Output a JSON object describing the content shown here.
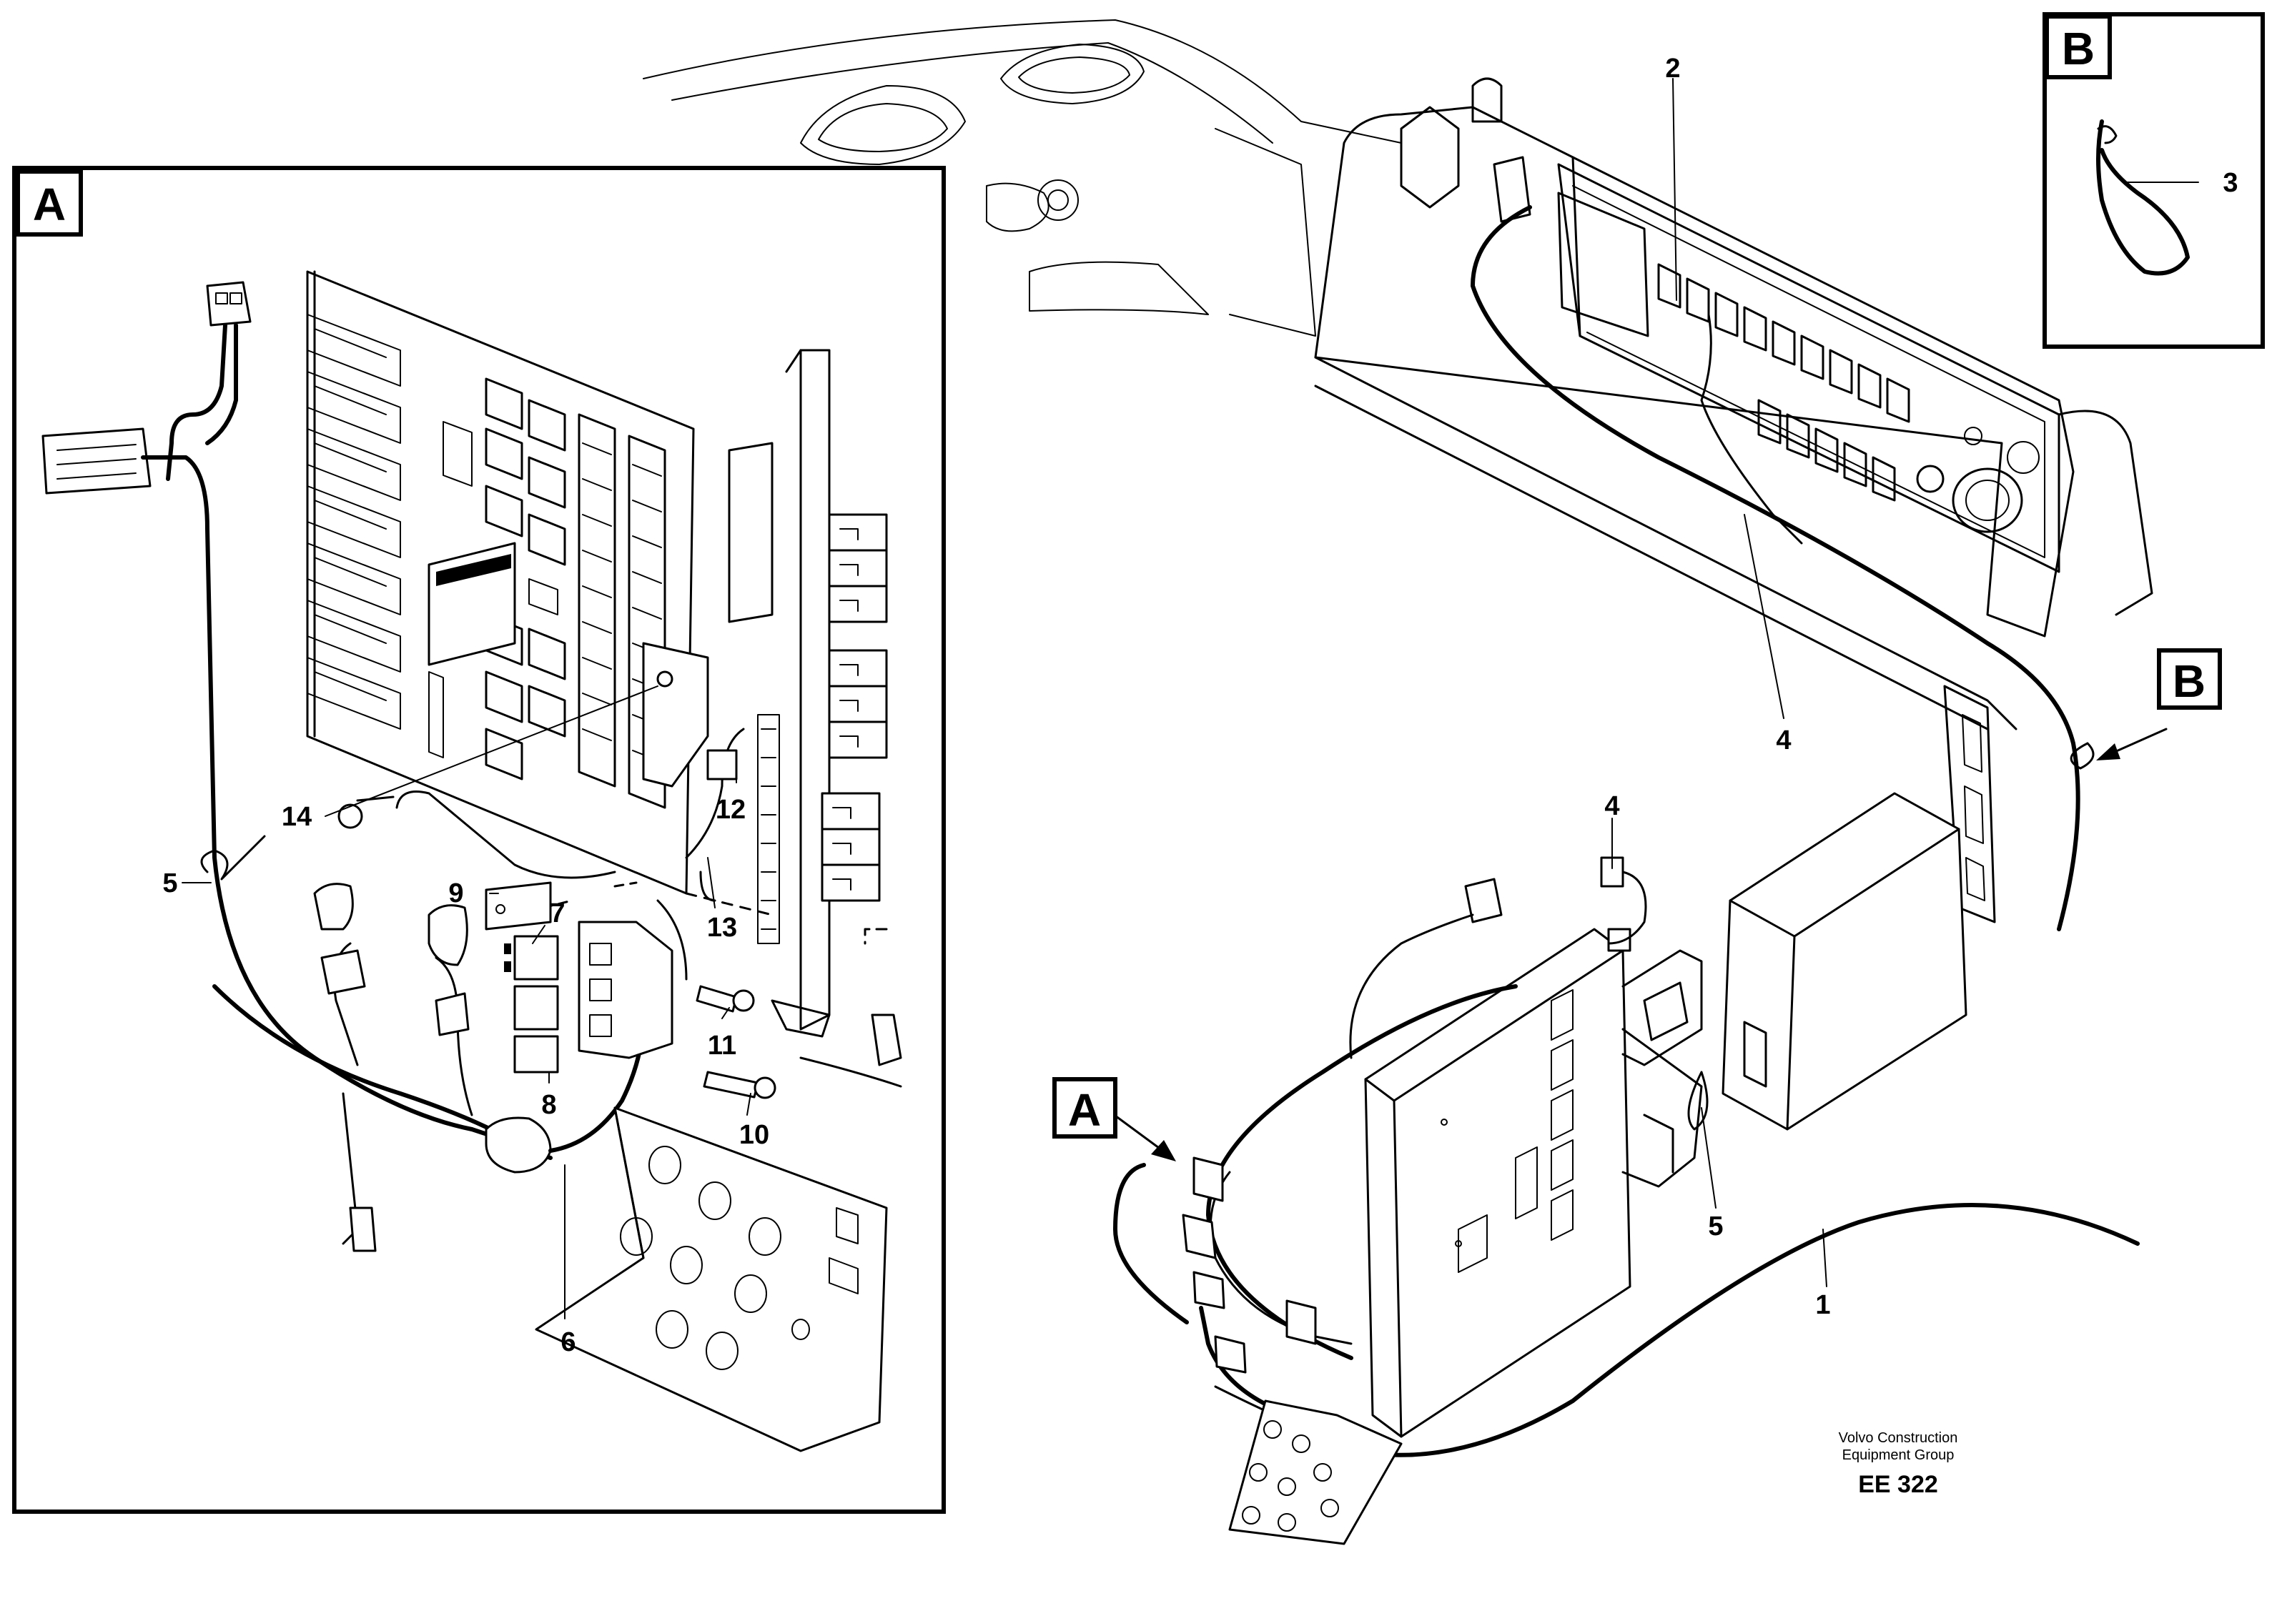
{
  "detail_labels": {
    "A": "A",
    "B": "B"
  },
  "callouts": {
    "c1": "1",
    "c2": "2",
    "c3": "3",
    "c4_panel": "4",
    "c4_board": "4",
    "c5_main": "5",
    "c5_detail": "5",
    "c6": "6",
    "c7": "7",
    "c8": "8",
    "c9": "9",
    "c10": "10",
    "c11": "11",
    "c12": "12",
    "c13": "13",
    "c14": "14"
  },
  "footer": {
    "company_line1": "Volvo Construction",
    "company_line2": "Equipment Group",
    "drawing_code": "EE 322"
  }
}
